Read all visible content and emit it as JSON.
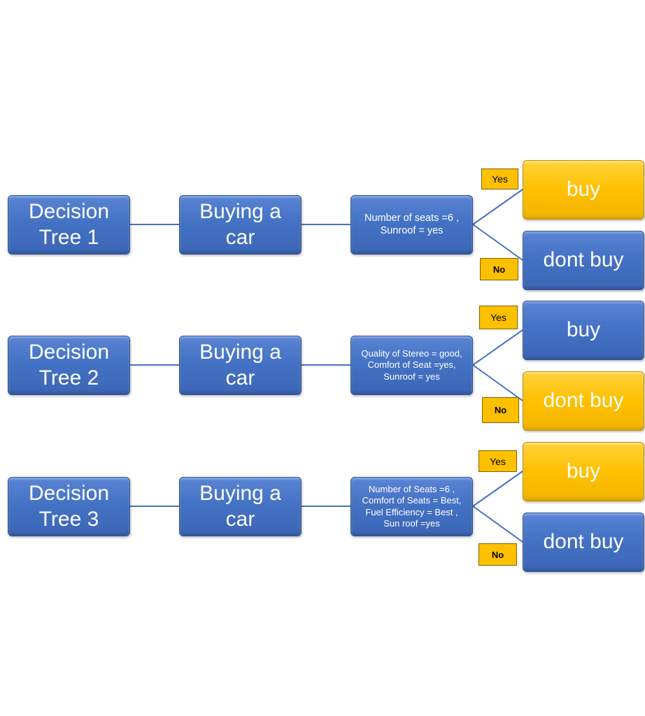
{
  "colors": {
    "node_blue": "#4472c4",
    "node_gold": "#ffc000",
    "connector": "#4472c4",
    "label_bg": "#ffc000"
  },
  "trees": [
    {
      "title": "Decision\nTree 1",
      "topic": "Buying a\ncar",
      "condition": "Number of seats =6 ,\nSunroof = yes",
      "yes_label": "Yes",
      "no_label": "No",
      "yes_outcome": "buy",
      "no_outcome": "dont buy",
      "highlighted": "yes"
    },
    {
      "title": "Decision\nTree 2",
      "topic": "Buying a\ncar",
      "condition": "Quality of Stereo = good,\nComfort of Seat =yes,\nSunroof = yes",
      "yes_label": "Yes",
      "no_label": "No",
      "yes_outcome": "buy",
      "no_outcome": "dont buy",
      "highlighted": "no"
    },
    {
      "title": "Decision\nTree 3",
      "topic": "Buying a\ncar",
      "condition": "Number of Seats =6 ,\nComfort of Seats = Best,\nFuel Efficiency = Best ,\nSun roof =yes",
      "yes_label": "Yes",
      "no_label": "No",
      "yes_outcome": "buy",
      "no_outcome": "dont buy",
      "highlighted": "yes"
    }
  ]
}
